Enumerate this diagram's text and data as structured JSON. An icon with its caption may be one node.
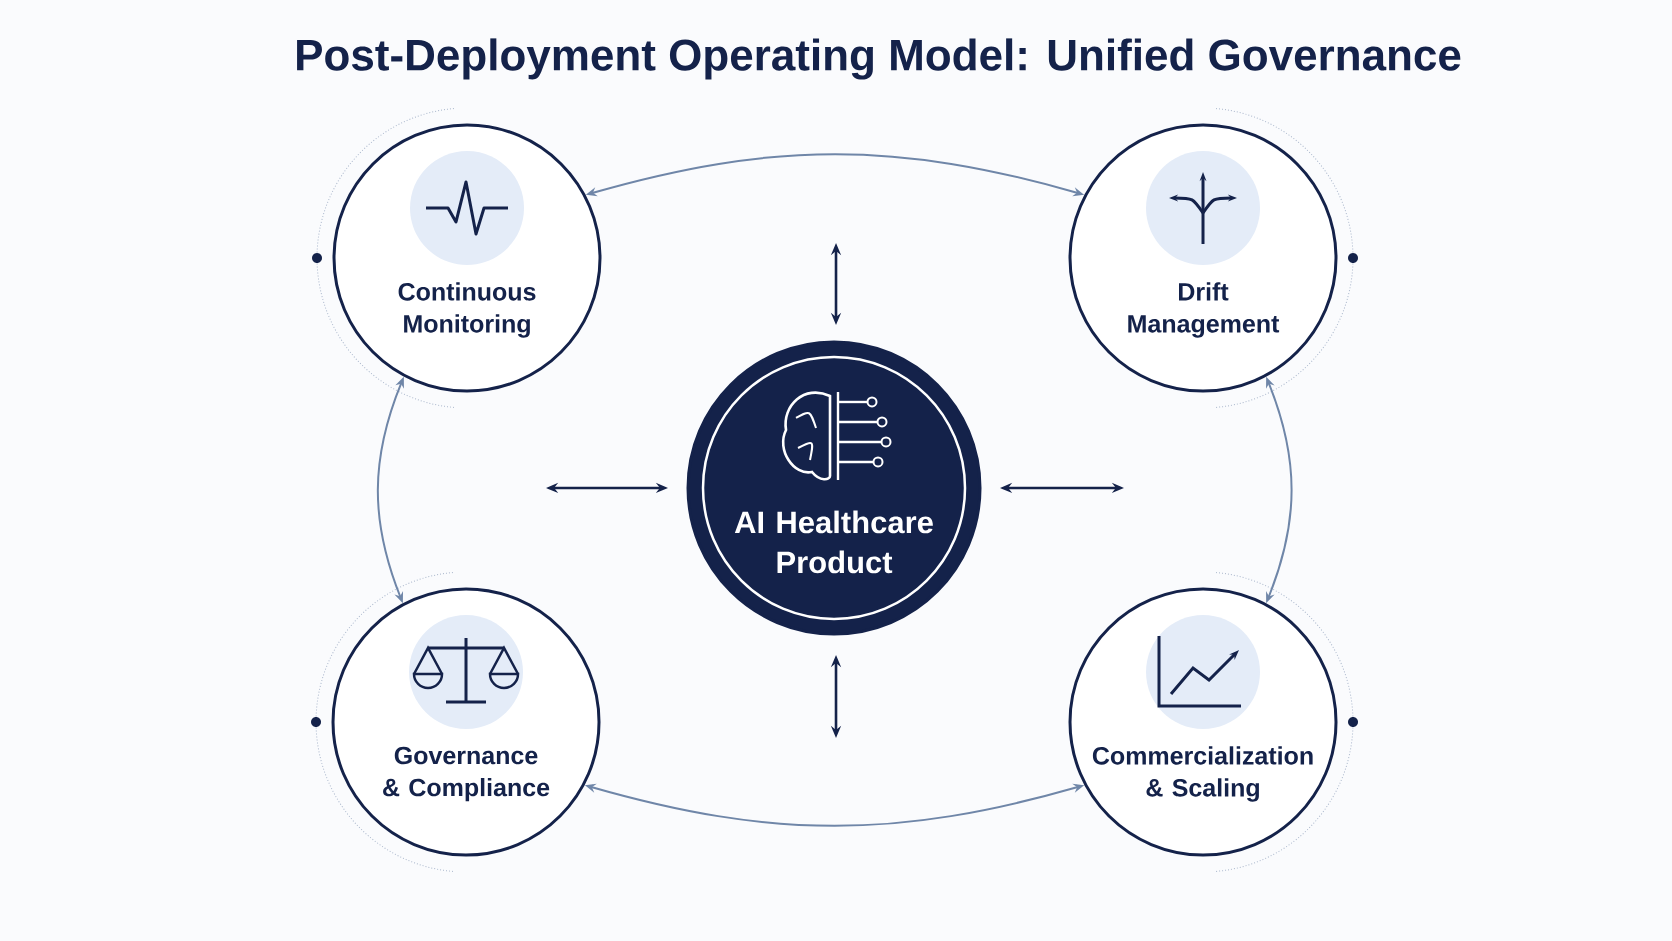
{
  "diagram": {
    "title": "Post-Deployment Operating Model: Unified Governance",
    "nodes": [
      {
        "text": [
          "Continuous Monitoring"
        ]
      },
      {
        "text": [
          "Drift Management"
        ]
      },
      {
        "text": [
          "AI Healthcare Product"
        ]
      },
      {
        "text": [
          "Governance & Compliance"
        ]
      },
      {
        "text": [
          "Commercialization & Scaling"
        ]
      }
    ],
    "edges": [
      {
        "from": 0,
        "to": 1,
        "arrow": "both"
      },
      {
        "from": 0,
        "to": 3,
        "arrow": "both"
      },
      {
        "from": 1,
        "to": 4,
        "arrow": "both"
      },
      {
        "from": 3,
        "to": 4,
        "arrow": "both"
      }
    ]
  }
}
